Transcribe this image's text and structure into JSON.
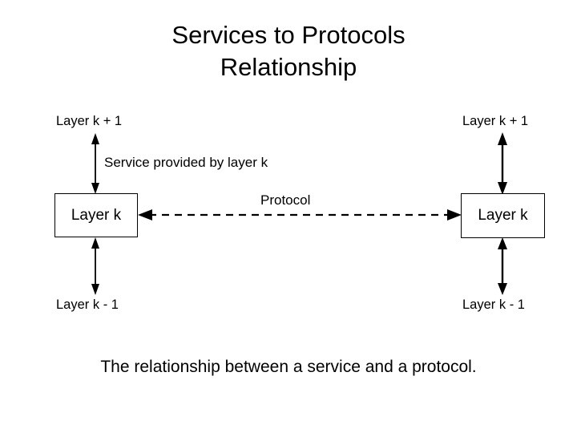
{
  "slide": {
    "title": "Services to Protocols\nRelationship",
    "caption": "The relationship between a service and a protocol.",
    "background_color": "#ffffff",
    "ink_color": "#000000"
  },
  "diagram": {
    "left_stack": {
      "top_label": "Layer k + 1",
      "box_label": "Layer k",
      "bottom_label": "Layer k - 1"
    },
    "right_stack": {
      "top_label": "Layer k + 1",
      "box_label": "Layer k",
      "bottom_label": "Layer k - 1"
    },
    "service_label": "Service provided by layer k",
    "protocol_label": "Protocol",
    "arrows": {
      "left_upper": "double-headed-vertical-arrow",
      "left_lower": "double-headed-vertical-arrow",
      "right_upper": "double-headed-vertical-arrow",
      "right_lower": "double-headed-vertical-arrow",
      "protocol": "double-headed-dashed-horizontal-arrow"
    }
  }
}
